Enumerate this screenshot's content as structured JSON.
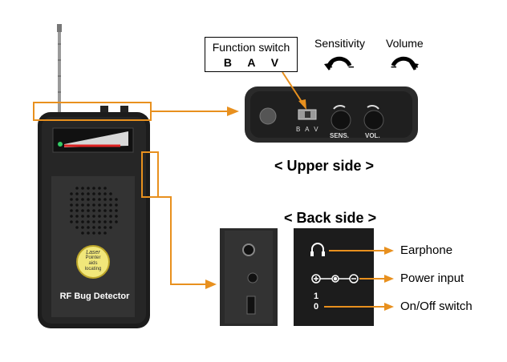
{
  "device": {
    "name": "RF Bug Detector",
    "laser_badge": [
      "Laser",
      "Pointer",
      "aids",
      "locating"
    ]
  },
  "upper_side": {
    "caption": "< Upper side >",
    "function_switch": {
      "title": "Function switch",
      "letters": "B A V"
    },
    "sensitivity_label": "Sensitivity",
    "volume_label": "Volume",
    "sens_knob_text": "SENS.",
    "vol_knob_text": "VOL.",
    "switch_letters": "B A V",
    "sens_signs": [
      "+",
      "−"
    ],
    "vol_signs": [
      "−",
      "+"
    ]
  },
  "back_side": {
    "caption": "< Back side >",
    "legend": [
      "Earphone",
      "Power input",
      "On/Off switch"
    ],
    "switch_marks": [
      "1",
      "0"
    ]
  },
  "colors": {
    "accent": "#e8901e",
    "device_body": "#1c1c1c",
    "panel": "#2a2a2a"
  }
}
